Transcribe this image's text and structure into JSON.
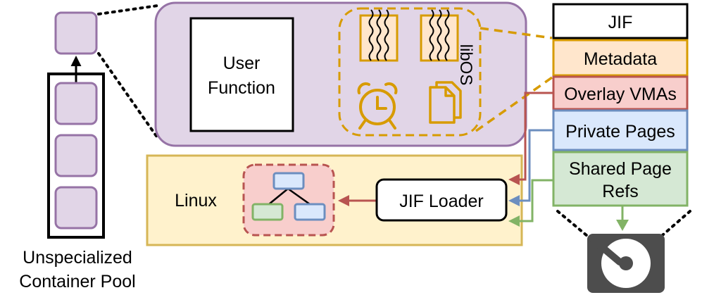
{
  "pool": {
    "caption_line1": "Unspecialized",
    "caption_line2": "Container Pool"
  },
  "sandbox": {
    "user_function_line1": "User",
    "user_function_line2": "Function",
    "libos_label": "libOS"
  },
  "linux": {
    "label": "Linux",
    "loader_label": "JIF Loader"
  },
  "jif": {
    "header": "JIF",
    "metadata": "Metadata",
    "overlay_vmas": "Overlay VMAs",
    "private_pages": "Private Pages",
    "shared_line1": "Shared Page",
    "shared_line2": "Refs"
  },
  "colors": {
    "purple_fill": "#e1d5e7",
    "purple_stroke": "#9673a6",
    "gold": "#d79b00",
    "gold_fill": "#ffe6cc",
    "linux_fill": "#fff2cc",
    "linux_stroke": "#d6b656",
    "red_fill": "#f8cecc",
    "red_stroke": "#b85450",
    "blue_fill": "#dae8fc",
    "blue_stroke": "#6c8ebf",
    "green_fill": "#d5e8d4",
    "green_stroke": "#82b366",
    "disk": "#4d4d4d"
  }
}
